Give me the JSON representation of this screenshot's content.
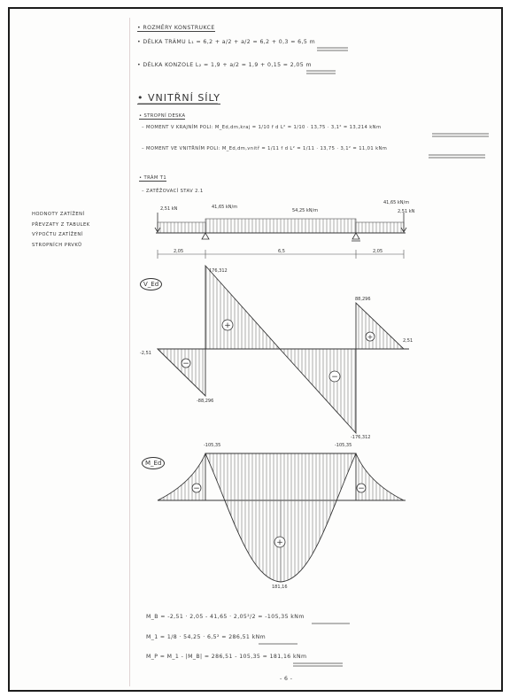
{
  "dimensions": {
    "heading": "• ROZMĚRY KONSTRUKCE",
    "beam_span_line": "• DÉLKA TRÁMU L₁ = 6,2 + a/2 + a/2 = 6,2 + 0,3 = 6,5 m",
    "cantilever_line": "• DÉLKA KONZOLE L₂ = 1,9 + a/2 = 1,9 + 0,15 = 2,05 m"
  },
  "internal_forces": {
    "heading": "• VNITŘNÍ SÍLY",
    "slab_heading": "• STROPNÍ DESKA",
    "moment_edge": "– MOMENT V KRAJNÍM POLI: M_Ed,dm,kraj = 1/10 f d L² = 1/10 · 13,75 · 3,1² = 13,214 kNm",
    "moment_inner": "– MOMENT VE VNITŘNÍM POLI: M_Ed,dm,vnitř = 1/11 f d L² = 1/11 · 13,75 · 3,1² = 11,01 kNm",
    "beam_heading": "• TRÁM T1",
    "load_state": "– ZATĚŽOVACÍ STAV 2.1"
  },
  "side_note": [
    "HODNOTY ZATÍŽENÍ",
    "PŘEVZATY Z TABULEK",
    "VÝPOČTU ZATÍŽENÍ",
    "STROPNÍCH PRVKŮ"
  ],
  "load_diagram": {
    "point_left": "2,51 kN",
    "q_cantilever_left": "41,65 kN/m",
    "q_span": "54,25 kN/m",
    "q_cantilever_right": "41,65 kN/m",
    "point_right": "2,51 kN",
    "dim_left": "2,05",
    "dim_span": "6,5",
    "dim_right": "2,05"
  },
  "shear_diagram": {
    "label": "V_Ed",
    "v_a_right": "176,312",
    "v_b_left": "-176,312",
    "v_a_left": "-88,296",
    "v_b_right": "88,296",
    "v_free_left": "-2,51",
    "v_free_right": "2,51"
  },
  "moment_diagram": {
    "label": "M_Ed",
    "m_support_left": "-105,35",
    "m_support_right": "-105,35",
    "m_mid": "181,16"
  },
  "calculations": [
    "M_B = -2,51 · 2,05 - 41,65 · 2,05²/2 = -105,35 kNm",
    "M_1 = 1/8 · 54,25 · 6,5² = 286,51 kNm",
    "M_P = M_1 - |M_B| = 286,51 - 105,35 = 181,16 kNm"
  ],
  "page_number": "- 6 -"
}
